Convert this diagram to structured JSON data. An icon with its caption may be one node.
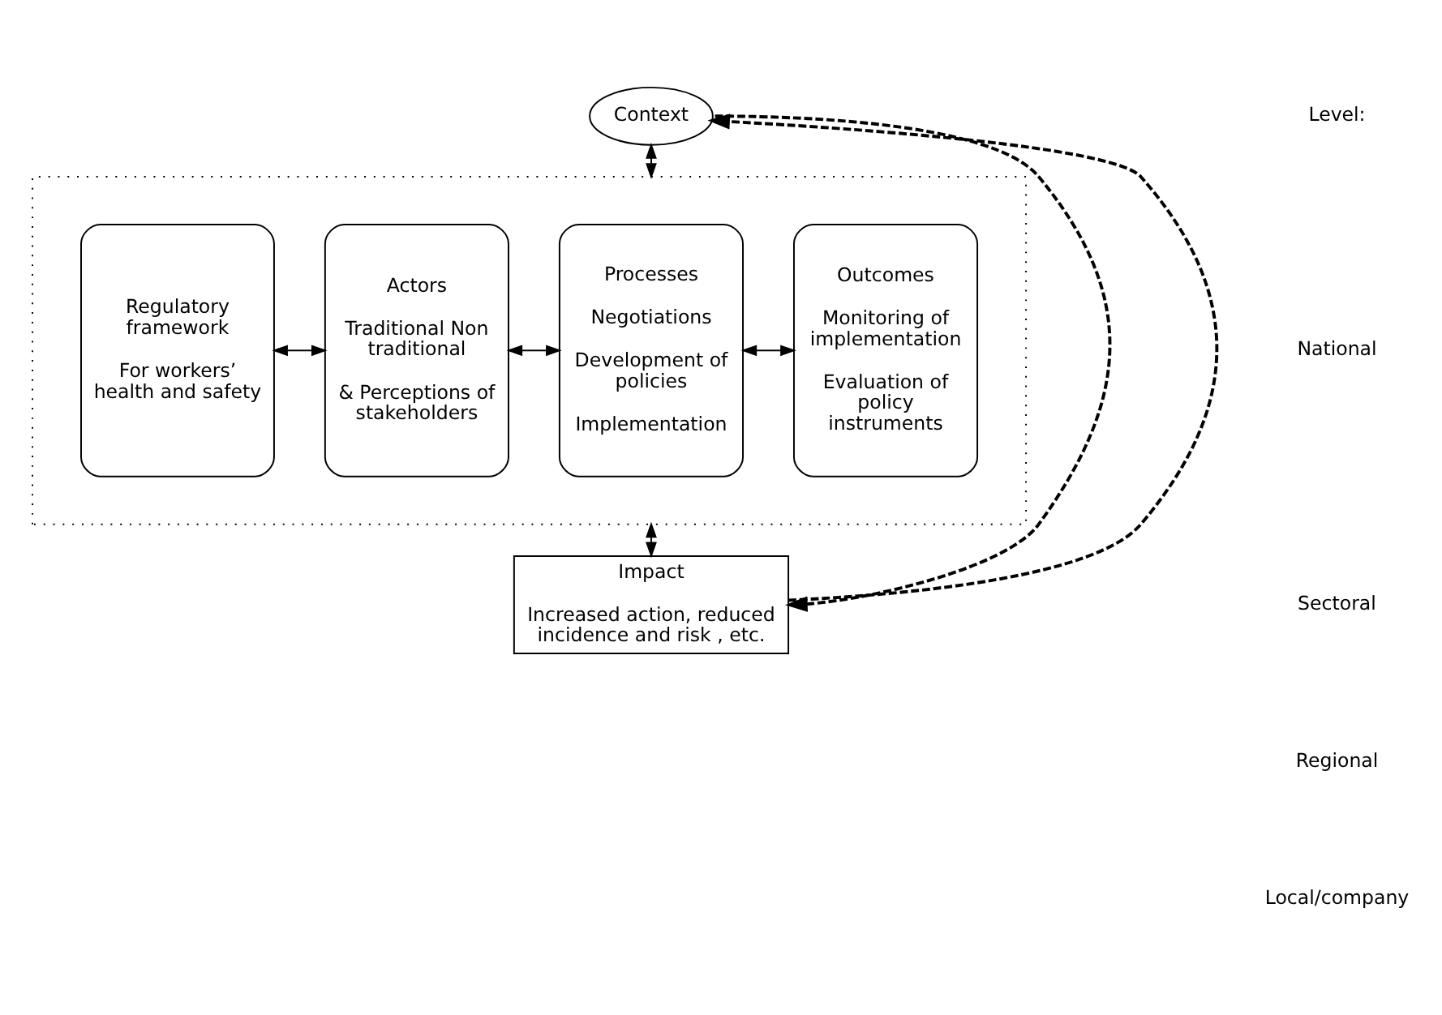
{
  "diagram": {
    "nodes": [
      {
        "text": [
          "Context"
        ]
      },
      {
        "text": [],
        "shape": "box"
      },
      {
        "text": [
          "Regulatory framework",
          "For workers’ health and safety"
        ],
        "in": 1
      },
      {
        "text": [
          "Actors",
          "Traditional Non traditional",
          "& Perceptions of stakeholders"
        ],
        "in": 1
      },
      {
        "text": [
          "Processes",
          "Negotiations",
          "Development of policies",
          "Implementation"
        ],
        "in": 1
      },
      {
        "text": [
          "Outcomes",
          "Monitoring of implementation",
          "Evaluation of policy instruments"
        ],
        "in": 1
      },
      {
        "text": [
          "Impact",
          "Increased action, reduced incidence and risk , etc."
        ]
      }
    ],
    "edges": [
      {
        "from": 0,
        "to": 1,
        "arrow": "both"
      },
      {
        "from": 2,
        "to": 3,
        "arrow": "both"
      },
      {
        "from": 3,
        "to": 4,
        "arrow": "both"
      },
      {
        "from": 4,
        "to": 5,
        "arrow": "both"
      },
      {
        "from": 1,
        "to": 6,
        "arrow": "both"
      },
      {
        "from": 6,
        "to": 0,
        "arrow": "to",
        "style": "dashed"
      },
      {
        "from": 0,
        "to": 6,
        "arrow": "to",
        "style": "dashed"
      }
    ],
    "labels": [
      "Level:",
      "National",
      "Sectoral",
      "Regional",
      "Local/company"
    ]
  }
}
